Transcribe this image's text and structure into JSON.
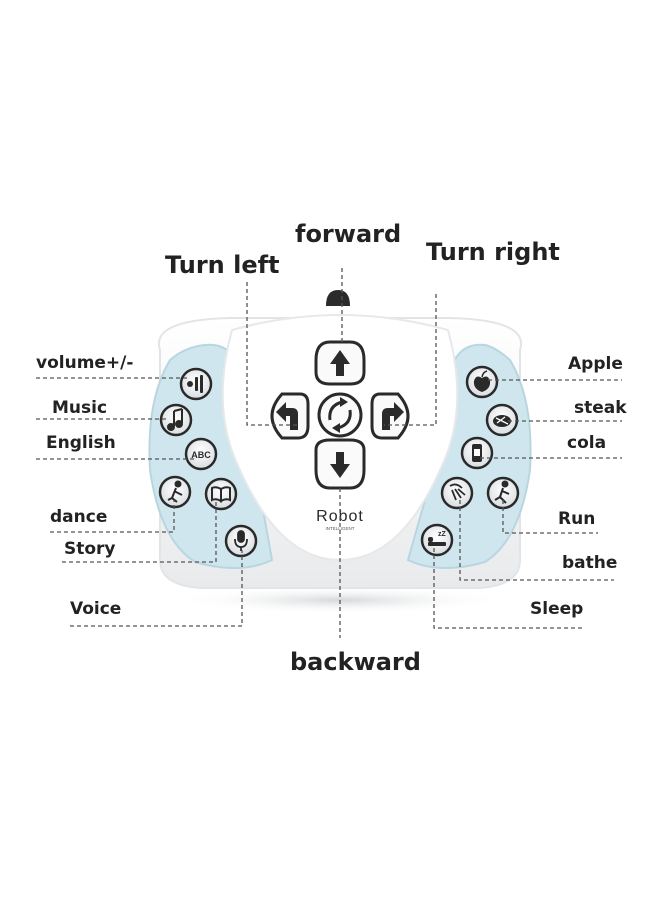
{
  "device": {
    "brand": "Robot",
    "subtitle": "INTELLIGENT"
  },
  "labels": {
    "forward": "forward",
    "backward": "backward",
    "turn_left": "Turn left",
    "turn_right": "Turn right",
    "volume": "volume+/-",
    "music": "Music",
    "english": "English",
    "dance": "dance",
    "story": "Story",
    "voice": "Voice",
    "apple": "Apple",
    "steak": "steak",
    "cola": "cola",
    "run": "Run",
    "bathe": "bathe",
    "sleep": "Sleep"
  },
  "buttons": {
    "abc_text": "ABC"
  },
  "colors": {
    "panel": "#cfe6ee",
    "body": "#f4f5f6",
    "outline": "#2a2a2a",
    "text": "#222222"
  }
}
